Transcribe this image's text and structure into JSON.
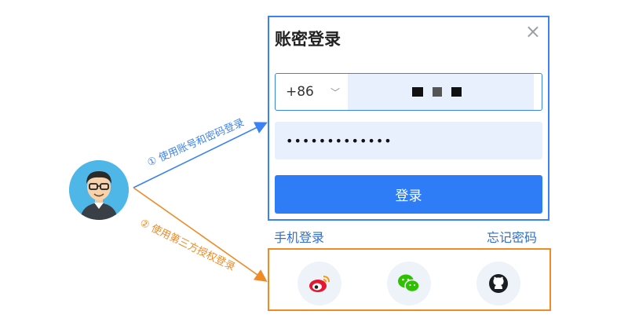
{
  "annotations": {
    "arrow1_label": "① 使用账号和密码登录",
    "arrow2_label": "② 使用第三方授权登录"
  },
  "login": {
    "title": "账密登录",
    "close": "×",
    "country_code": "+86",
    "password_mask": "•••••••••••••",
    "submit_label": "登录"
  },
  "links": {
    "phone_login": "手机登录",
    "forgot_password": "忘记密码"
  },
  "social": {
    "providers": [
      "weibo-icon",
      "wechat-icon",
      "github-icon"
    ]
  },
  "colors": {
    "blue": "#3b82f6",
    "orange": "#f08a24",
    "button": "#2f7df6",
    "field_bg": "#e8f0fe"
  }
}
